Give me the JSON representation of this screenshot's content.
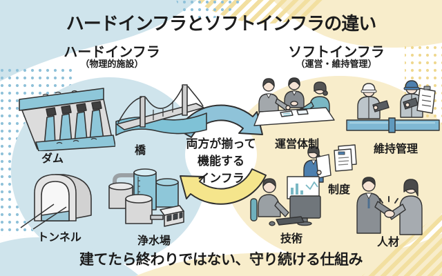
{
  "title": "ハードインフラとソフトインフラの違い",
  "footer": "建てたら終わりではない、守り続ける仕組み",
  "hard": {
    "heading": "ハードインフラ",
    "subheading": "（物理的施設）",
    "items": [
      {
        "id": "dam",
        "label": "ダム"
      },
      {
        "id": "bridge",
        "label": "橋"
      },
      {
        "id": "tunnel",
        "label": "トンネル"
      },
      {
        "id": "water-plant",
        "label": "浄水場"
      }
    ]
  },
  "soft": {
    "heading": "ソフトインフラ",
    "subheading": "（運営・維持管理）",
    "items": [
      {
        "id": "operation",
        "label": "運営体制"
      },
      {
        "id": "maintenance",
        "label": "維持管理"
      },
      {
        "id": "system",
        "label": "制度"
      },
      {
        "id": "technology",
        "label": "技術"
      },
      {
        "id": "talent",
        "label": "人材"
      }
    ]
  },
  "cycle": {
    "lines": [
      "両方が揃って",
      "機能する",
      "インフラ"
    ]
  },
  "colors": {
    "accent_blue": "#8fc3d9",
    "accent_yellow": "#f5e58c",
    "bg_blue": "#cfe4ec",
    "bg_yellow": "#f8edcb",
    "dot_blue": "#8fc1d9",
    "dot_yellow": "#efd88f",
    "stripe_yellow": "#f2dfa0",
    "water_blue": "#7fc2d6",
    "outline": "#2e2e2e",
    "text": "#1c1c1c"
  }
}
